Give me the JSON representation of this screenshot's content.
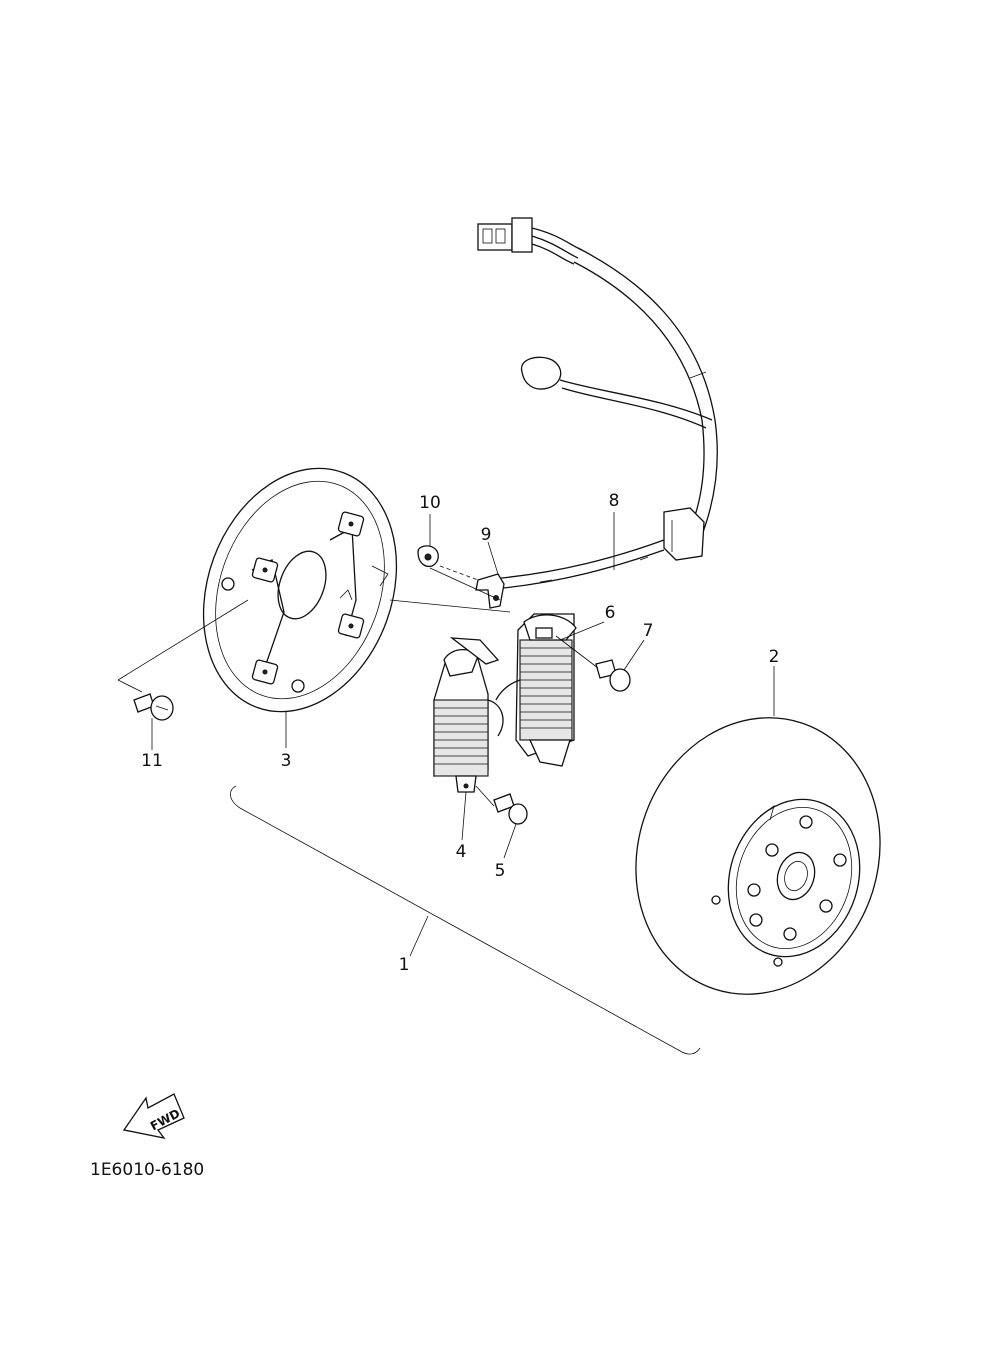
{
  "diagram": {
    "part_callouts": [
      "1",
      "2",
      "3",
      "4",
      "5",
      "6",
      "7",
      "8",
      "9",
      "10",
      "11"
    ],
    "diagram_code": "1E6010-6180",
    "fwd_label": "FWD"
  },
  "icons": {
    "fwd_arrow": "fwd-arrow-icon"
  }
}
